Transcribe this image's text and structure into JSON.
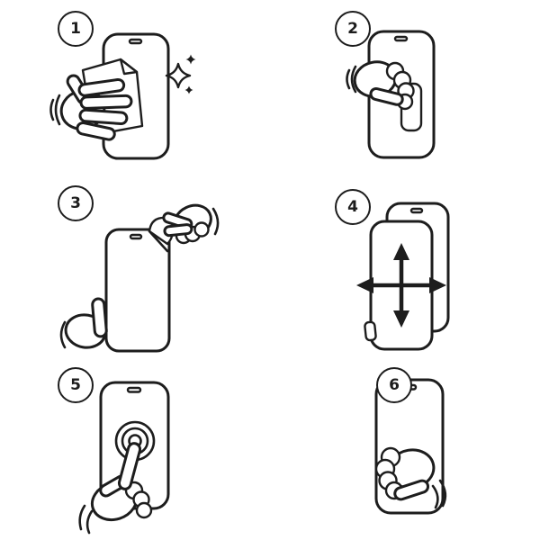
{
  "diagram": {
    "kind": "screen-protector-installation-instructions",
    "columns": 2,
    "rows": 3,
    "line_color": "#1d1d1d",
    "background_color": "#ffffff"
  },
  "steps": [
    {
      "number": "1",
      "icon": "wipe-screen-clean-illustration"
    },
    {
      "number": "2",
      "icon": "remove-dust-sticker-illustration"
    },
    {
      "number": "3",
      "icon": "peel-backing-film-illustration"
    },
    {
      "number": "4",
      "icon": "align-protector-arrows-illustration"
    },
    {
      "number": "5",
      "icon": "tap-center-to-adhere-illustration"
    },
    {
      "number": "6",
      "icon": "smooth-with-hand-illustration"
    }
  ]
}
